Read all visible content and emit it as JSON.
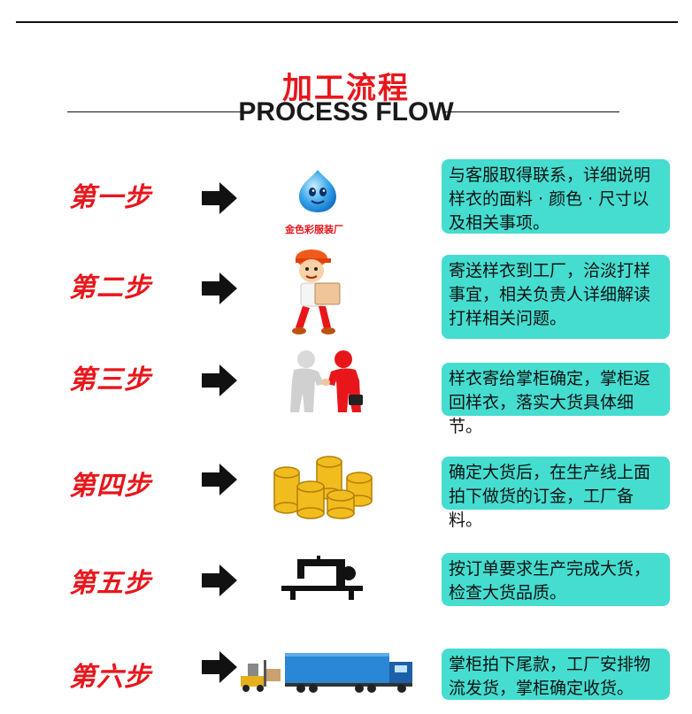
{
  "header": {
    "title_cn": "加工流程",
    "title_en": "PROCESS FLOW"
  },
  "steps": [
    {
      "label": "第一步",
      "desc": "与客服取得联系，详细说明样衣的面料 · 颜色 · 尺寸以及相关事项。",
      "icon": "water-drop-mascot-icon",
      "brand": "金色彩服装厂"
    },
    {
      "label": "第二步",
      "desc": "寄送样衣到工厂，洽淡打样事宜，相关负责人详细解读打样相关问题。",
      "icon": "courier-character-icon"
    },
    {
      "label": "第三步",
      "desc": "样衣寄给掌柜确定，掌柜返回样衣，落实大货具体细节。",
      "icon": "handshake-figures-icon"
    },
    {
      "label": "第四步",
      "desc": "确定大货后，在生产线上面拍下做货的订金，工厂备料。",
      "icon": "gold-coins-icon"
    },
    {
      "label": "第五步",
      "desc": "按订单要求生产完成大货，检查大货品质。",
      "icon": "sewing-machine-icon"
    },
    {
      "label": "第六步",
      "desc": "掌柜拍下尾款，工厂安排物流发货，掌柜确定收货。",
      "icon": "forklift-truck-icon"
    }
  ],
  "colors": {
    "accent_red": "#e8161b",
    "card_teal": "#44ddd0",
    "text_dark": "#111111"
  }
}
